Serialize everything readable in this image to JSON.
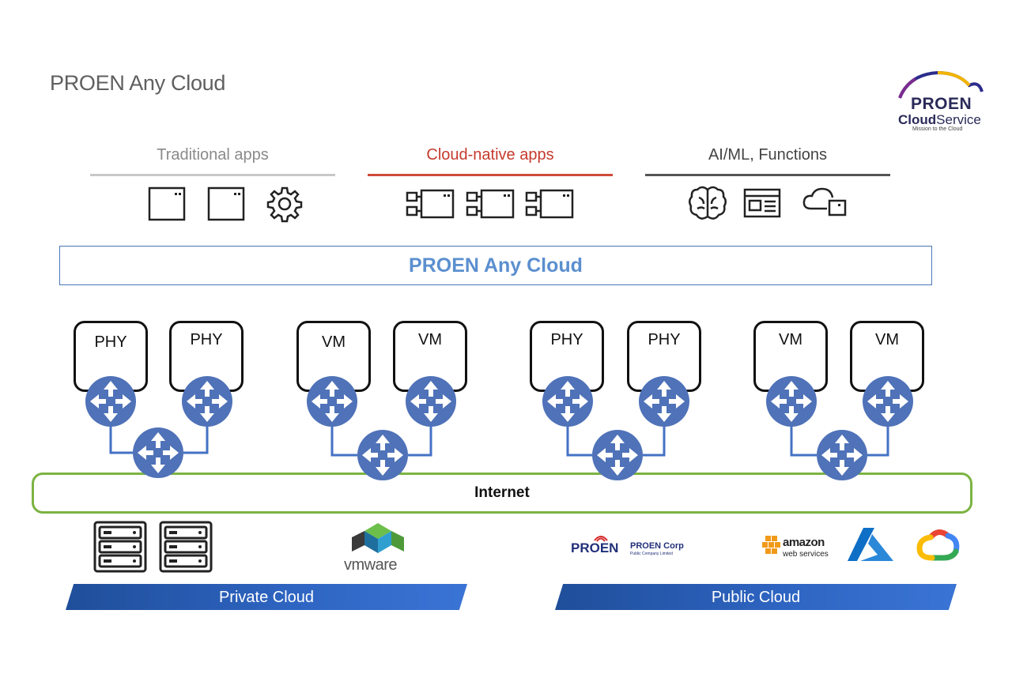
{
  "page_title": "PROEN Any Cloud",
  "logo": {
    "brand": "PROEN",
    "line2_bold": "Cloud",
    "line2_rest": "Service",
    "tagline": "Mission to the Cloud"
  },
  "categories": [
    {
      "label": "Traditional apps",
      "color": "#8a8a8a"
    },
    {
      "label": "Cloud-native apps",
      "color": "#c63a2d"
    },
    {
      "label": "AI/ML, Functions",
      "color": "#444444"
    }
  ],
  "platform_label": "PROEN Any Cloud",
  "hosts": [
    "PHY",
    "PHY",
    "VM",
    "VM",
    "PHY",
    "PHY",
    "VM",
    "VM"
  ],
  "network_label": "Internet",
  "vendors": {
    "vmware": "vmware",
    "proen_mark": "PROEN",
    "proen_corp": "PROEN Corp",
    "proen_corp_sub": "Public Company Limited",
    "aws_line1": "amazon",
    "aws_line2": "web services"
  },
  "sections": {
    "private": "Private Cloud",
    "public": "Public Cloud"
  },
  "colors": {
    "router": "#4f72b8",
    "link": "#4472c4",
    "internet_border": "#7cb342",
    "banner": "#2a5db0",
    "platform_text": "#5b8fcf"
  }
}
